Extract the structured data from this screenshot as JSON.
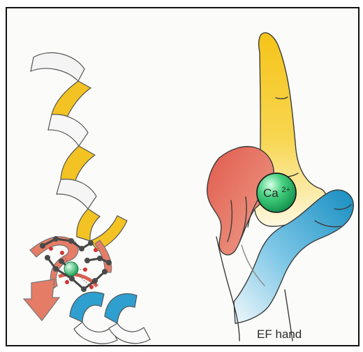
{
  "figure": {
    "ion_label": "Ca",
    "ion_charge": "2+",
    "hand_label": "EF hand"
  },
  "colors": {
    "helix_yellow": "#f3c21a",
    "loop_red": "#e77b66",
    "helix_blue": "#2f9fcf",
    "calcium_green": "#27b86b",
    "hand_outline": "#3b3b3b"
  }
}
